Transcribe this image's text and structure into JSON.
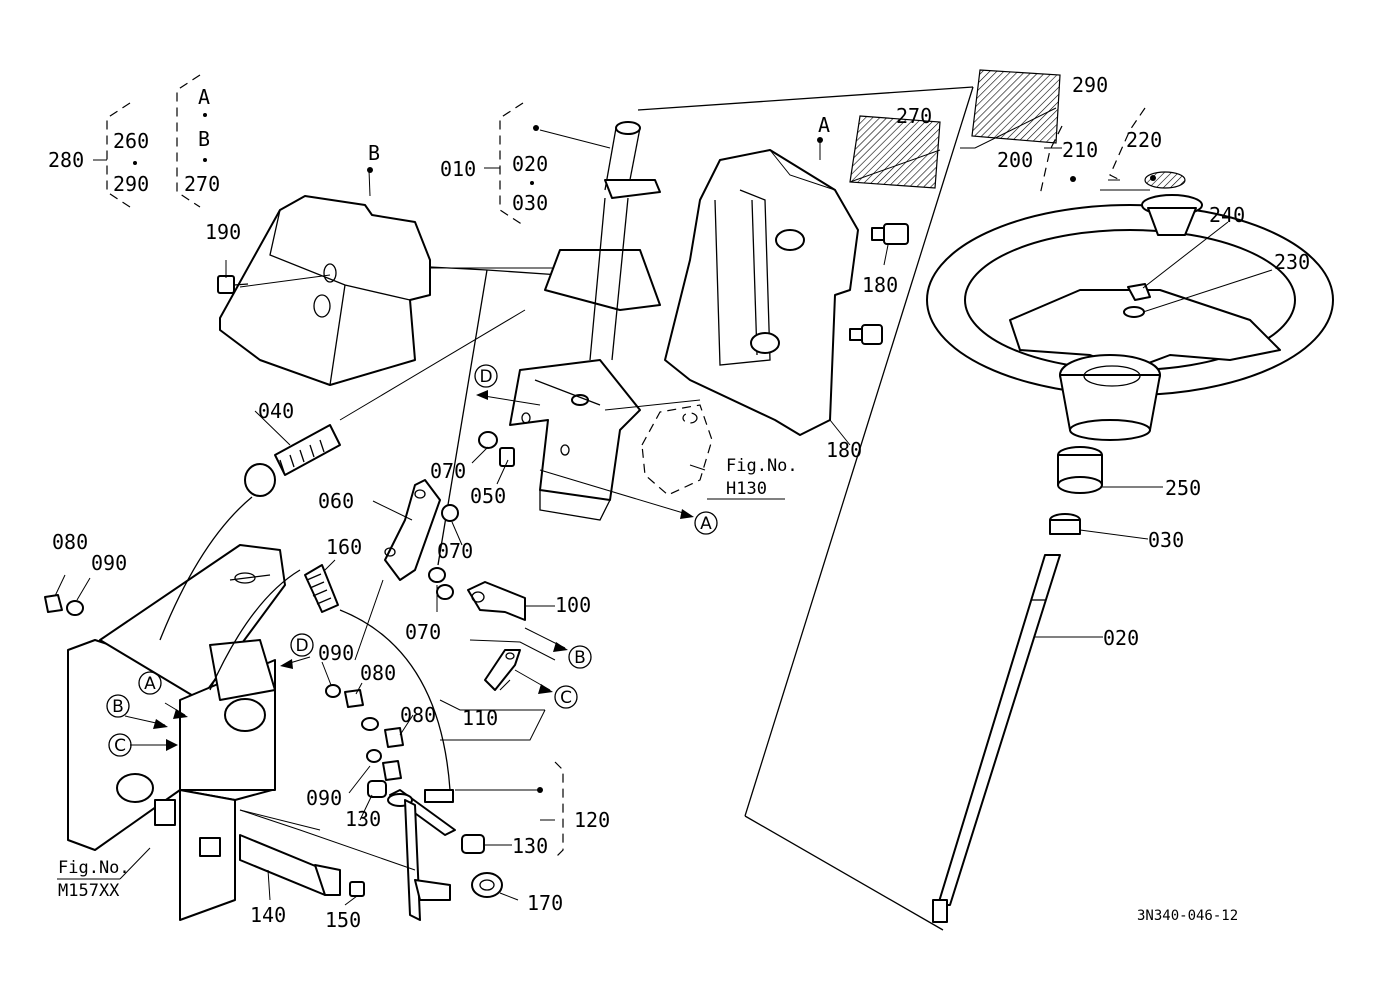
{
  "diagram_code": "3N340-046-12",
  "fig_refs": [
    {
      "prefix": "Fig.No.",
      "code": "H130"
    },
    {
      "prefix": "Fig.No.",
      "code": "M157XX"
    }
  ],
  "group_labels": {
    "g280": {
      "main": "280",
      "items": [
        "260",
        "290"
      ]
    },
    "gAB": {
      "items": [
        "A",
        "B",
        "270"
      ]
    },
    "g010": {
      "main": "010",
      "items": [
        "020",
        "030"
      ]
    },
    "g200": {
      "main": "200",
      "sub": "210",
      "item": "220"
    },
    "g120": {
      "main": "120"
    }
  },
  "part_labels": {
    "p040": "040",
    "p050": "050",
    "p060": "060",
    "p070a": "070",
    "p070b": "070",
    "p070c": "070",
    "p080a": "080",
    "p090a": "090",
    "p090b": "090",
    "p080b": "080",
    "p080c": "080",
    "p090c": "090",
    "p100": "100",
    "p110": "110",
    "p130a": "130",
    "p130b": "130",
    "p140": "140",
    "p150": "150",
    "p160": "160",
    "p170": "170",
    "p180a": "180",
    "p180b": "180",
    "p190": "190",
    "p230": "230",
    "p240": "240",
    "p250": "250",
    "p270": "270",
    "p290": "290",
    "p030": "030",
    "p020": "020",
    "pA": "A",
    "pB": "B"
  },
  "callouts": {
    "A1": "A",
    "B1": "B",
    "C1": "C",
    "D1": "D",
    "A2": "A",
    "B2": "B",
    "C2": "C",
    "D2": "D"
  }
}
